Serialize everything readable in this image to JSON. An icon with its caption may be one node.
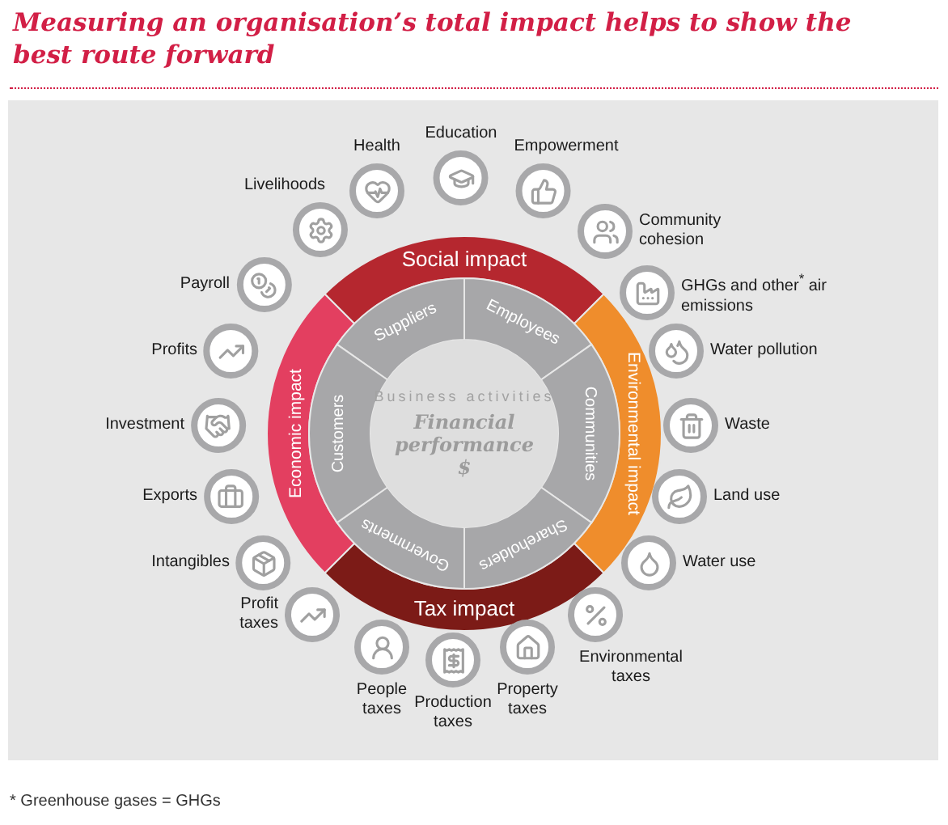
{
  "diagram": {
    "title": "Measuring an organisation’s total impact helps to show the best route forward",
    "nodes": [
      {
        "text": [
          "Social impact"
        ]
      },
      {
        "text": [
          "Environmental impact"
        ]
      },
      {
        "text": [
          "Tax impact"
        ]
      },
      {
        "text": [
          "Economic impact"
        ]
      },
      {
        "text": [
          "Suppliers"
        ]
      },
      {
        "text": [
          "Employees"
        ]
      },
      {
        "text": [
          "Communities"
        ]
      },
      {
        "text": [
          "Shareholders"
        ]
      },
      {
        "text": [
          "Governments"
        ]
      },
      {
        "text": [
          "Customers"
        ]
      },
      {
        "text": [
          "Business activities",
          "Financial performance $"
        ]
      },
      {
        "text": [
          "Livelihoods"
        ]
      },
      {
        "text": [
          "Health"
        ]
      },
      {
        "text": [
          "Education"
        ]
      },
      {
        "text": [
          "Empowerment"
        ]
      },
      {
        "text": [
          "Community cohesion"
        ]
      },
      {
        "text": [
          "GHGs and other$^{*}$ air emissions"
        ]
      },
      {
        "text": [
          "Water pollution"
        ]
      },
      {
        "text": [
          "Waste"
        ]
      },
      {
        "text": [
          "Land use"
        ]
      },
      {
        "text": [
          "Water use"
        ]
      },
      {
        "text": [
          "Environmental taxes"
        ]
      },
      {
        "text": [
          "Property taxes"
        ]
      },
      {
        "text": [
          "Production taxes"
        ]
      },
      {
        "text": [
          "People taxes"
        ]
      },
      {
        "text": [
          "Profit taxes"
        ]
      },
      {
        "text": [
          "Intangibles"
        ]
      },
      {
        "text": [
          "Exports"
        ]
      },
      {
        "text": [
          "Investment"
        ]
      },
      {
        "text": [
          "Profits"
        ]
      },
      {
        "text": [
          "Payroll"
        ]
      }
    ],
    "caption": "* Greenhouse gases = GHGs"
  }
}
